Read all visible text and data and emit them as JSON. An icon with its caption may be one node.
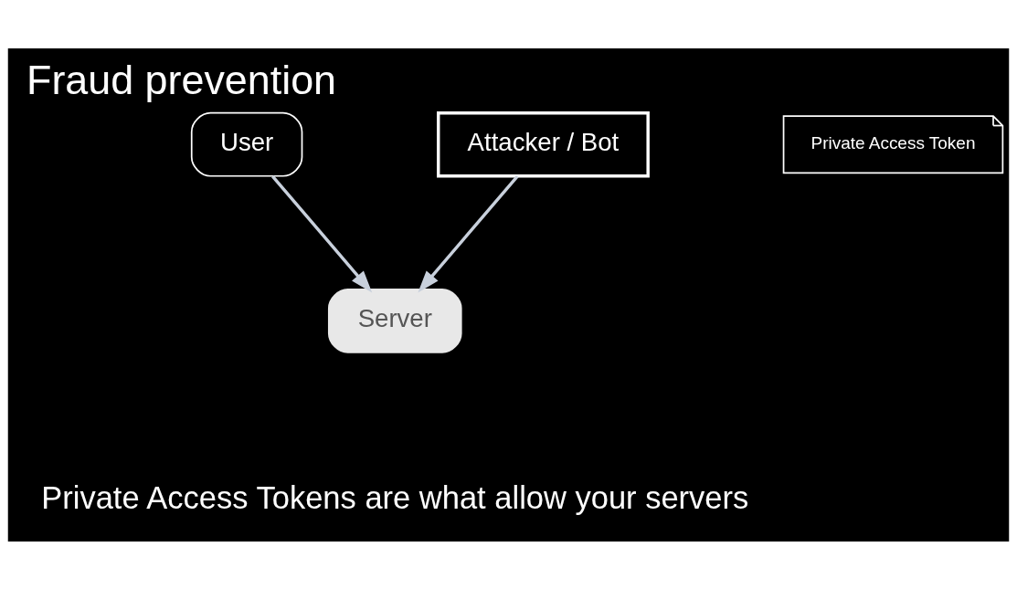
{
  "diagram": {
    "title": "Fraud prevention",
    "caption": "Private Access Tokens are what allow your servers",
    "nodes": [
      {
        "text": [
          "User"
        ]
      },
      {
        "text": [
          "Private Access Token"
        ]
      },
      {
        "text": [
          "Attacker / Bot"
        ]
      },
      {
        "text": [
          "Server"
        ]
      }
    ],
    "edges": [
      {
        "from": 0,
        "to": 3,
        "arrow": "to"
      },
      {
        "from": 2,
        "to": 3,
        "arrow": "to"
      }
    ]
  }
}
